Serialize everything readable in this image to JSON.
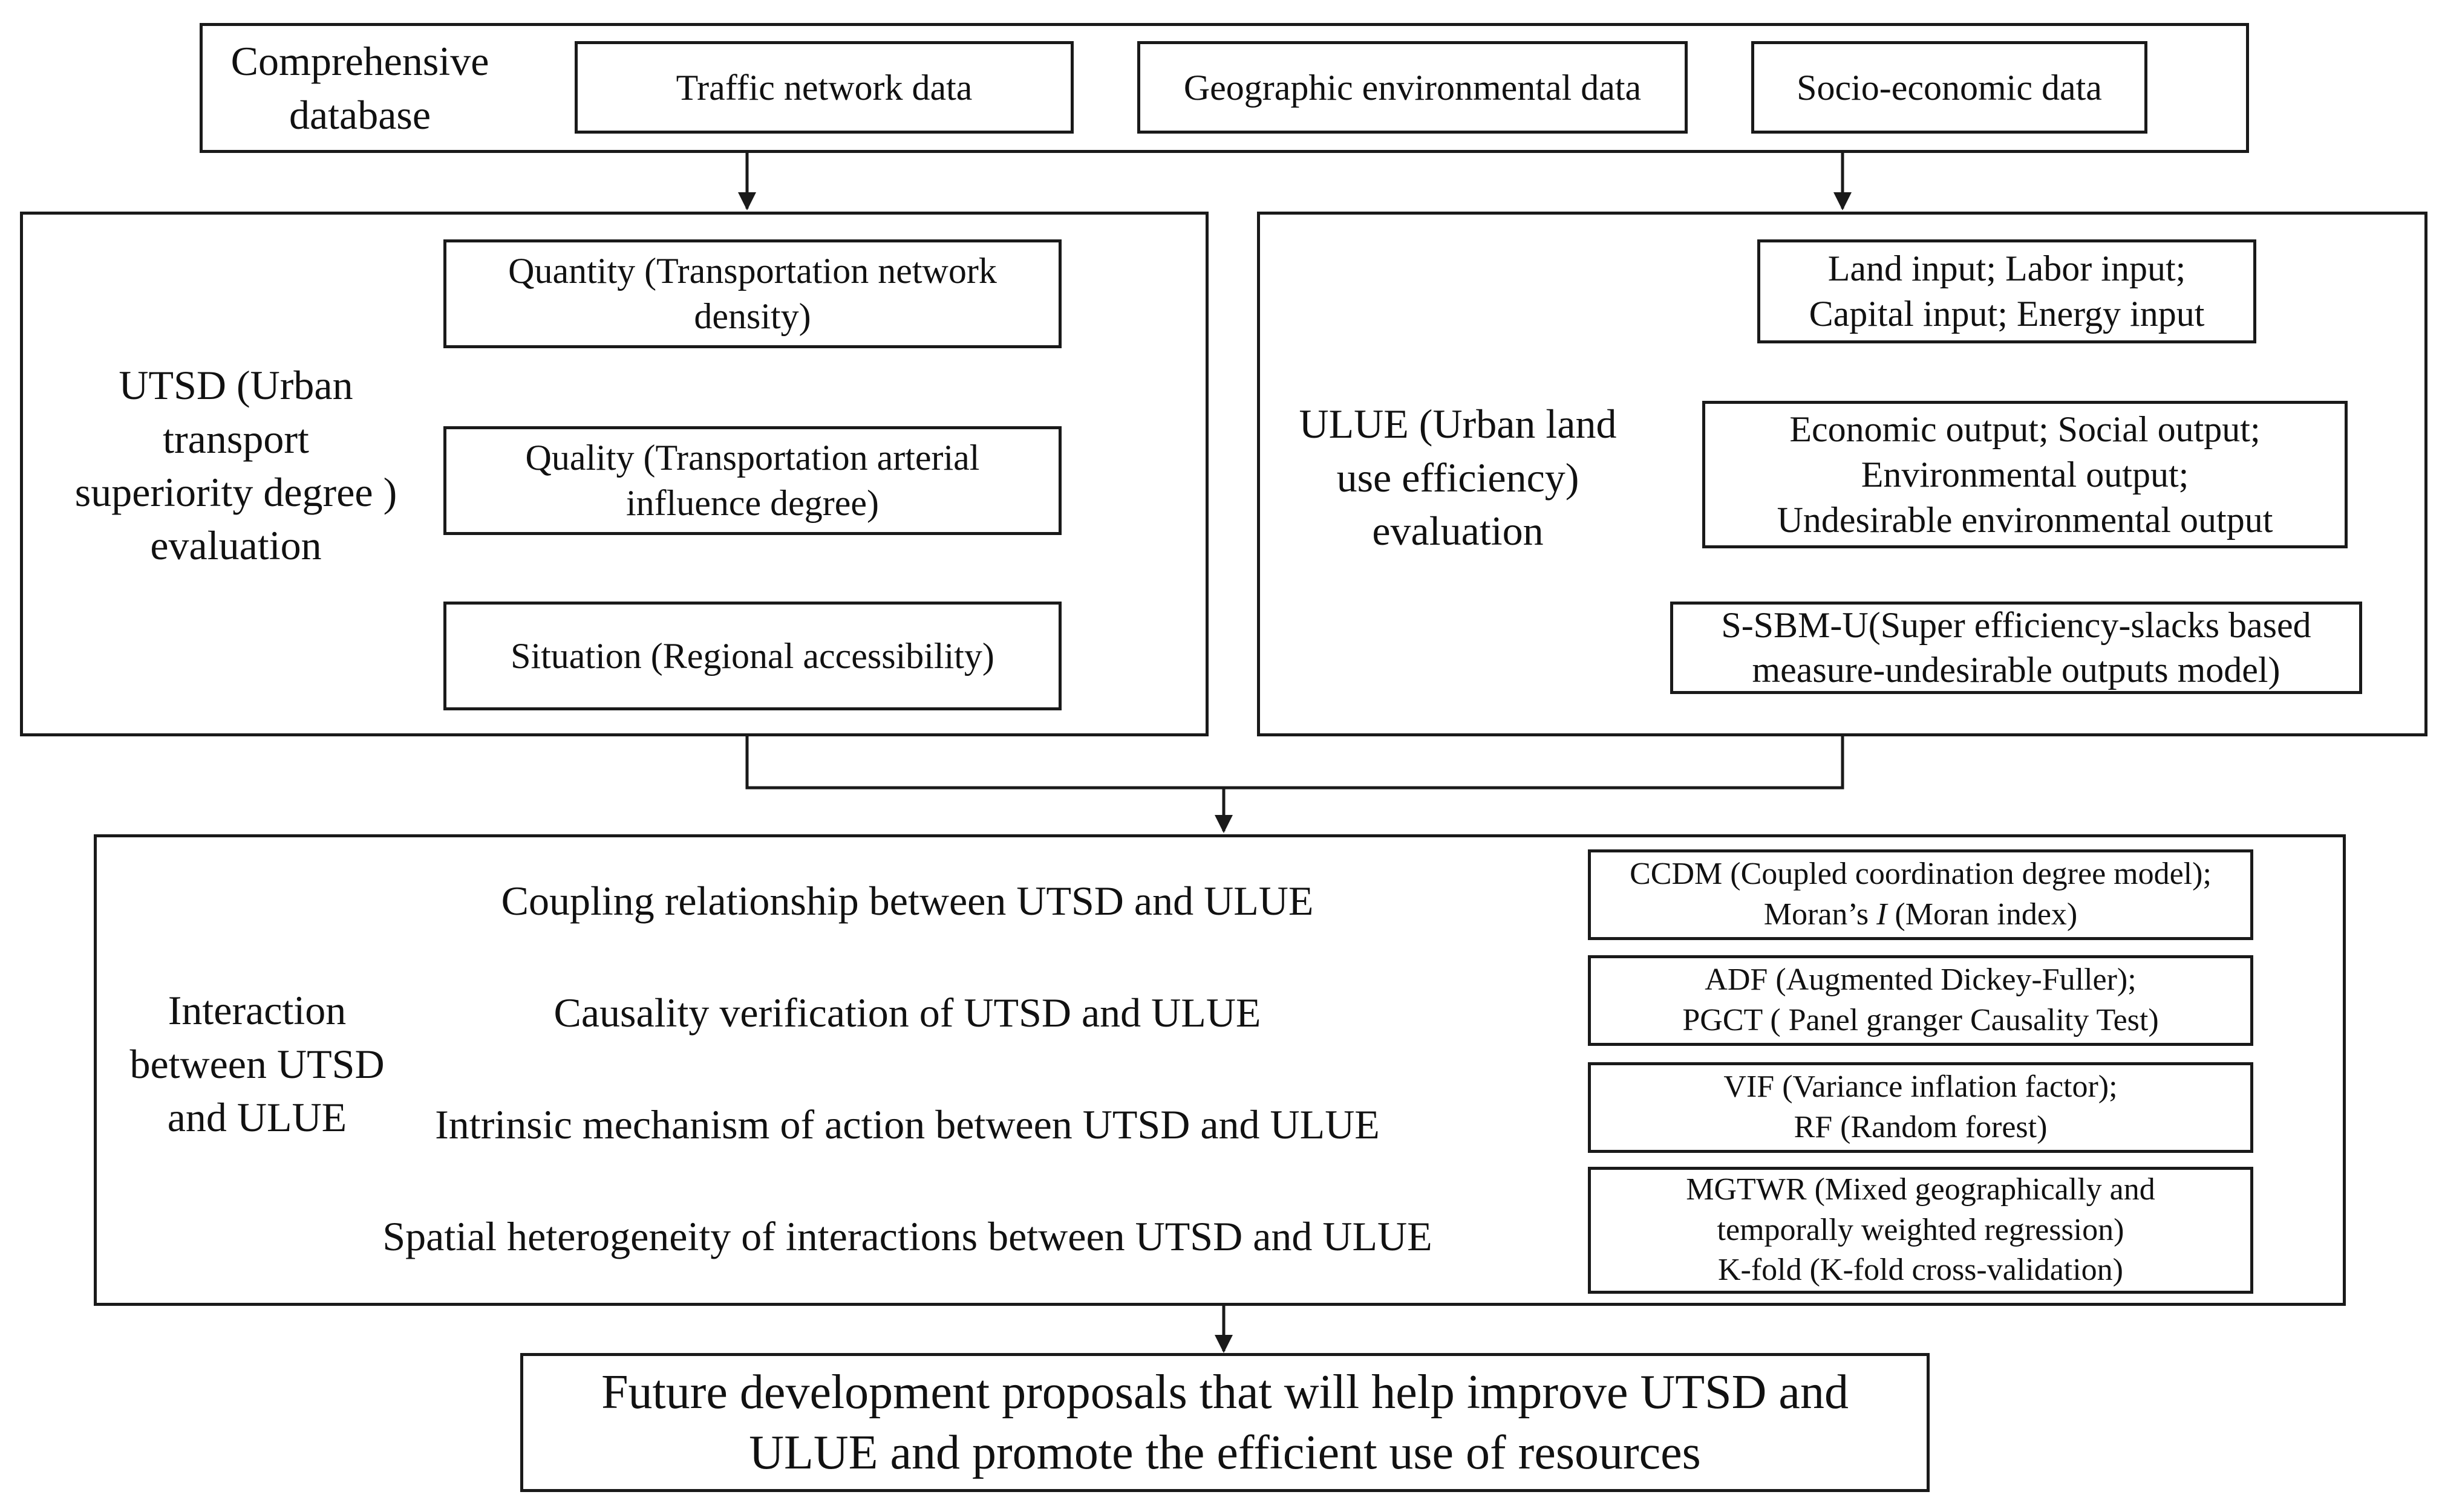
{
  "database": {
    "label": [
      "Comprehensive",
      "database"
    ],
    "sources": [
      "Traffic network data",
      "Geographic environmental data",
      "Socio-economic data"
    ]
  },
  "utsd": {
    "label": [
      "UTSD (Urban",
      "transport",
      "superiority degree )",
      "evaluation"
    ],
    "quantity": [
      "Quantity (Transportation network",
      "density)"
    ],
    "quality": [
      "Quality (Transportation arterial",
      "influence degree)"
    ],
    "situation": [
      "Situation (Regional accessibility)"
    ]
  },
  "ulue": {
    "label": [
      "ULUE (Urban land",
      "use efficiency)",
      "evaluation"
    ],
    "inputs": [
      "Land input; Labor input;",
      "Capital input; Energy input"
    ],
    "outputs": [
      "Economic output; Social output;",
      "Environmental output;",
      "Undesirable environmental output"
    ],
    "model": [
      "S-SBM-U(Super efficiency-slacks based",
      "measure-undesirable outputs model)"
    ]
  },
  "interaction": {
    "label": [
      "Interaction",
      "between UTSD",
      "and ULUE"
    ],
    "topics": [
      "Coupling relationship between UTSD and ULUE",
      "Causality verification of UTSD and ULUE",
      "Intrinsic mechanism of action between UTSD and ULUE",
      "Spatial heterogeneity of interactions between UTSD and ULUE"
    ],
    "methods": [
      {
        "line1": "CCDM (Coupled coordination degree model);",
        "line2_pre": "Moran’s ",
        "line2_italic": "I",
        "line2_post": " (Moran index)"
      },
      {
        "lines": [
          "ADF (Augmented Dickey-Fuller);",
          "PGCT ( Panel granger Causality Test)"
        ]
      },
      {
        "lines": [
          "VIF (Variance inflation factor);",
          "RF (Random forest)"
        ]
      },
      {
        "lines": [
          "MGTWR (Mixed geographically and",
          "temporally weighted regression)",
          "K-fold (K-fold cross-validation)"
        ]
      }
    ]
  },
  "proposal": [
    "Future development proposals that will help improve UTSD and",
    "ULUE and promote the efficient use of resources"
  ]
}
